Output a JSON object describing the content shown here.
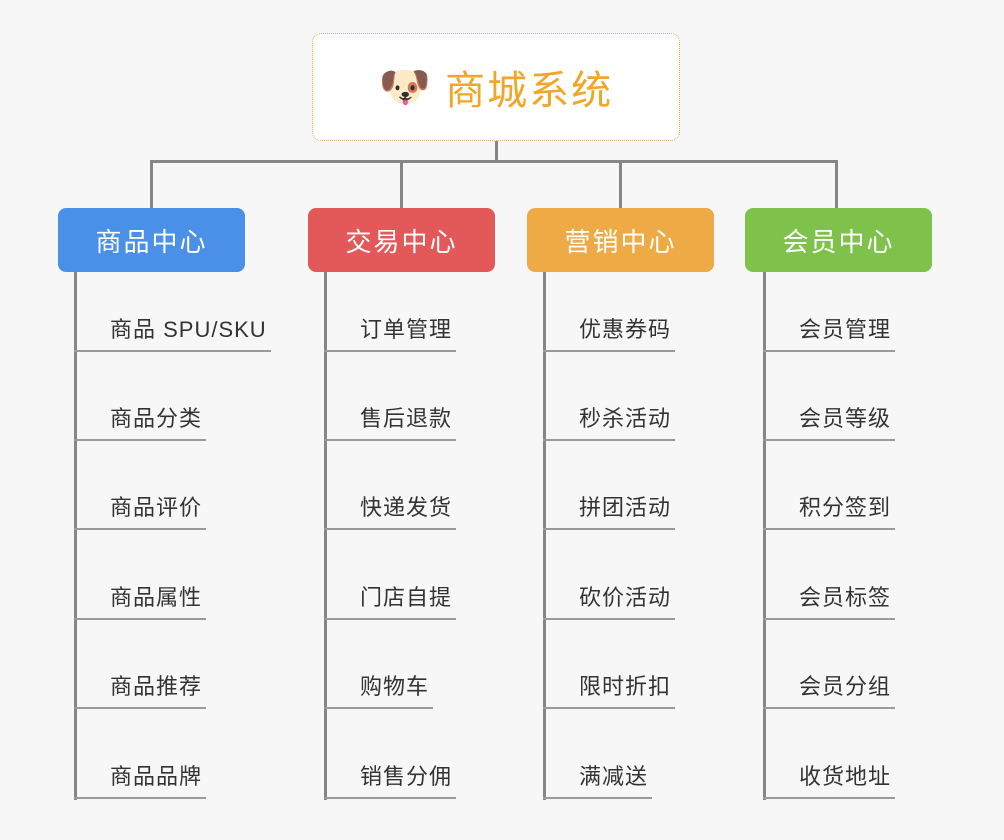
{
  "canvas": {
    "background": "#f7f7f7",
    "line_color": "#868686"
  },
  "root": {
    "icon": "dog-face-emoji",
    "icon_glyph": "🐶",
    "title": "商城系统",
    "title_color": "#efa629",
    "border_color": "#e8ab4e",
    "background": "#ffffff"
  },
  "columns": [
    {
      "key": "product-center",
      "title": "商品中心",
      "color": "#4a90e8",
      "items": [
        "商品 SPU/SKU",
        "商品分类",
        "商品评价",
        "商品属性",
        "商品推荐",
        "商品品牌"
      ]
    },
    {
      "key": "trade-center",
      "title": "交易中心",
      "color": "#e3595a",
      "items": [
        "订单管理",
        "售后退款",
        "快递发货",
        "门店自提",
        "购物车",
        "销售分佣"
      ]
    },
    {
      "key": "marketing-center",
      "title": "营销中心",
      "color": "#eeab45",
      "items": [
        "优惠券码",
        "秒杀活动",
        "拼团活动",
        "砍价活动",
        "限时折扣",
        "满减送"
      ]
    },
    {
      "key": "member-center",
      "title": "会员中心",
      "color": "#7ec24c",
      "items": [
        "会员管理",
        "会员等级",
        "积分签到",
        "会员标签",
        "会员分组",
        "收货地址"
      ]
    }
  ]
}
